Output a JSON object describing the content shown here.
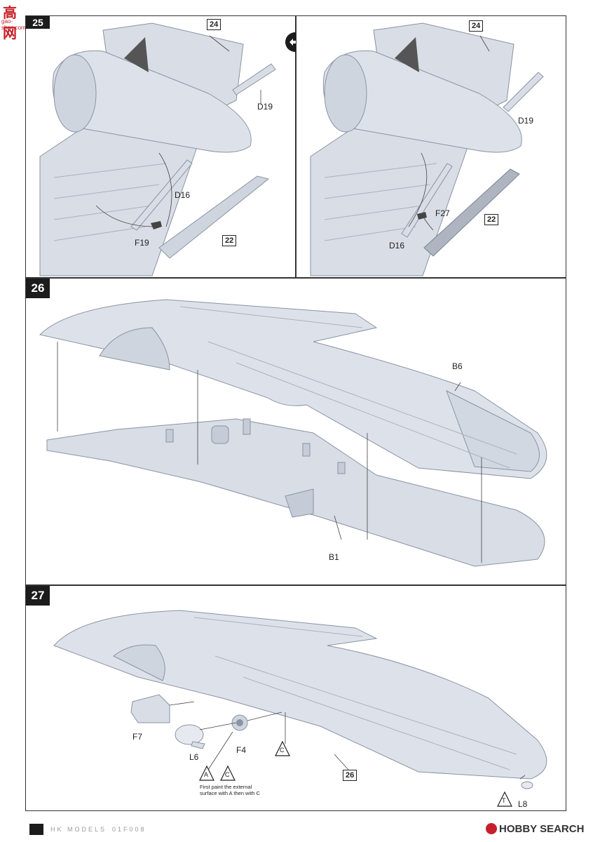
{
  "watermark": {
    "site_chars": "高 网",
    "url": "gao-shan.com"
  },
  "step25": {
    "number": "25",
    "left": {
      "top_part": "24",
      "d19": "D19",
      "d16": "D16",
      "f19": "F19",
      "bottom_part": "22"
    },
    "right": {
      "top_part": "24",
      "d19": "D19",
      "f27": "F27",
      "d16": "D16",
      "bottom_part": "22"
    },
    "swap_icon": "double-arrow-icon"
  },
  "step26": {
    "number": "26",
    "upper": "B6",
    "lower": "B1"
  },
  "step27": {
    "number": "27",
    "f7": "F7",
    "l6": "L6",
    "f4": "F4",
    "triangle_c": "C",
    "triangle_a": "A",
    "triangle_c2": "C",
    "triangle_t": "T",
    "part26": "26",
    "l8": "L8",
    "note": "First paint the external surface with A then with C"
  },
  "footer": {
    "brand": "HK MODELS",
    "code": "01F008",
    "watermark": "HOBBY SEARCH"
  },
  "colors": {
    "part": "#d8dde6",
    "line": "#8a93a3",
    "border": "#333333"
  }
}
